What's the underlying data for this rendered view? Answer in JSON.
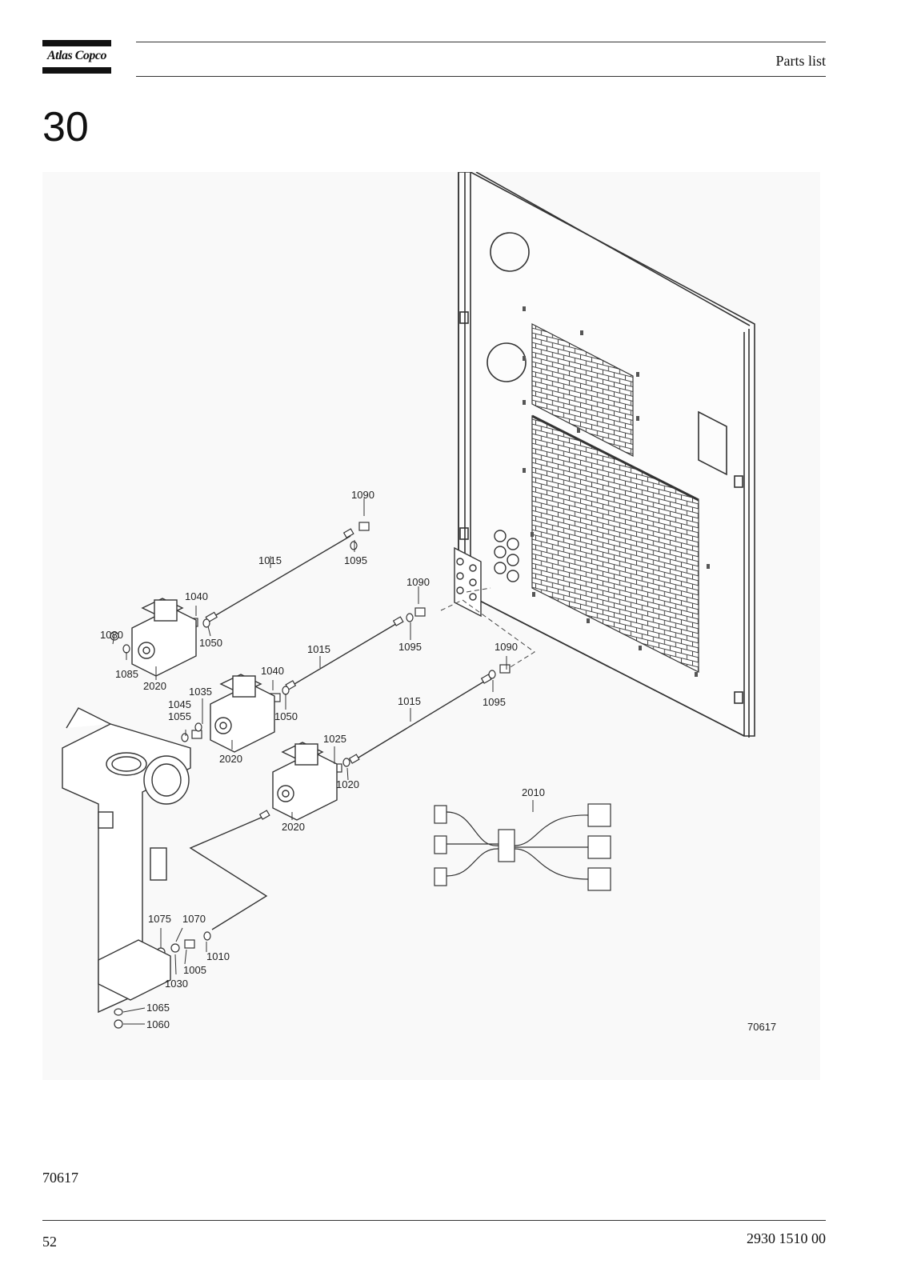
{
  "header": {
    "brand": "Atlas Copco",
    "title": "Parts list"
  },
  "section_number": "30",
  "figure": {
    "image_code": "70617",
    "callouts": {
      "c1090a": "1090",
      "c1095a": "1095",
      "c1015a": "1015",
      "c1040a": "1040",
      "c1080": "1080",
      "c1050a": "1050",
      "c1085": "1085",
      "c2020a": "2020",
      "c1090b": "1090",
      "c1095b": "1095",
      "c1015b": "1015",
      "c1040b": "1040",
      "c1035": "1035",
      "c1045": "1045",
      "c1055": "1055",
      "c1050b": "1050",
      "c2020b": "2020",
      "c1090c": "1090",
      "c1095c": "1095",
      "c1015c": "1015",
      "c1025": "1025",
      "c1020": "1020",
      "c2020c": "2020",
      "c2010": "2010",
      "c1075": "1075",
      "c1070": "1070",
      "c1010": "1010",
      "c1005": "1005",
      "c1030": "1030",
      "c1065": "1065",
      "c1060": "1060"
    }
  },
  "footer": {
    "figure_code": "70617",
    "page_number": "52",
    "document_number": "2930 1510 00"
  }
}
